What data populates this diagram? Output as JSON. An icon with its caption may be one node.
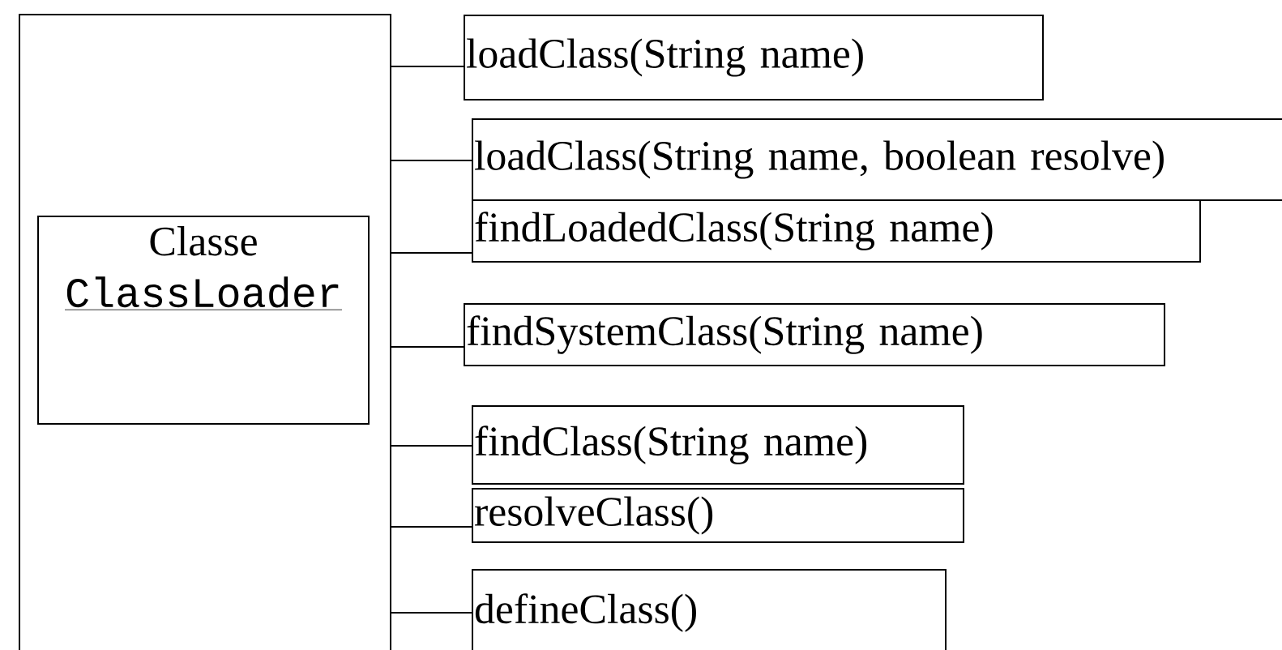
{
  "diagram": {
    "nodes": [
      {
        "text": [],
        "shape": "box"
      },
      {
        "text": [
          "Classe",
          "ClassLoader"
        ],
        "in": 0
      },
      {
        "text": [
          "loadClass(String name)"
        ]
      },
      {
        "text": [
          "loadClass(String name, boolean resolve)"
        ]
      },
      {
        "text": [
          "findLoadedClass(String name)"
        ]
      },
      {
        "text": [
          "findSystemClass(String name)"
        ]
      },
      {
        "text": [
          "findClass(String name)"
        ]
      },
      {
        "text": [
          "resolveClass()"
        ]
      },
      {
        "text": [
          "defineClass()"
        ]
      }
    ],
    "edges": [
      {
        "from": 0,
        "to": 2,
        "arrow": "none"
      },
      {
        "from": 0,
        "to": 3,
        "arrow": "none"
      },
      {
        "from": 0,
        "to": 4,
        "arrow": "none"
      },
      {
        "from": 0,
        "to": 5,
        "arrow": "none"
      },
      {
        "from": 0,
        "to": 6,
        "arrow": "none"
      },
      {
        "from": 0,
        "to": 7,
        "arrow": "none"
      },
      {
        "from": 0,
        "to": 8,
        "arrow": "none"
      }
    ]
  }
}
